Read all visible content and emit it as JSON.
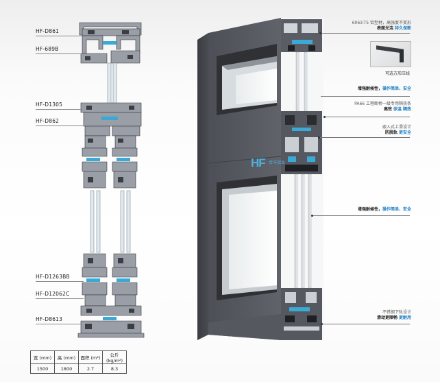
{
  "profiles": {
    "d861": "HF-D861",
    "p689b": "HF-689B",
    "d1305": "HF-D1305",
    "d862": "HF-D862",
    "d1263bb": "HF-D1263BB",
    "d12062c": "HF-D12062C",
    "d8613": "HF-D8613"
  },
  "spec_table": {
    "headers": [
      "宽 (mm)",
      "高 (mm)",
      "面积 (m²)",
      "公斤 (kg/m²)"
    ],
    "row": [
      "1500",
      "1800",
      "2.7",
      "8.3"
    ]
  },
  "logo": "HF",
  "logo_sub": "合丰铝业",
  "annotations": {
    "a1_small": "6063-T5 铝型材，高强度不变形",
    "a1_bold": "表面光洁",
    "a1_hl": "持久保新",
    "a2_caption": "可选方形压线",
    "a3_bold": "增强耐候性，",
    "a3_hl": "操作简单、安全",
    "a4_small": "PA66 工程断桥一级专用隔热条",
    "a4_bold": "高效",
    "a4_hl": "保温 隔热",
    "a5_small": "嵌入式上滑设计",
    "a5_bold": "防脱轨",
    "a5_hl": "更安全",
    "a6_bold": "增强耐候性，",
    "a6_hl": "操作简单、安全",
    "a7_small": "不锈钢下轨设计",
    "a7_bold": "滑动更顺畅",
    "a7_hl": "更耐用"
  },
  "colors": {
    "accent": "#1e7fc1",
    "frame": "#55585e",
    "thermal_strip": "#3aa9d6"
  }
}
